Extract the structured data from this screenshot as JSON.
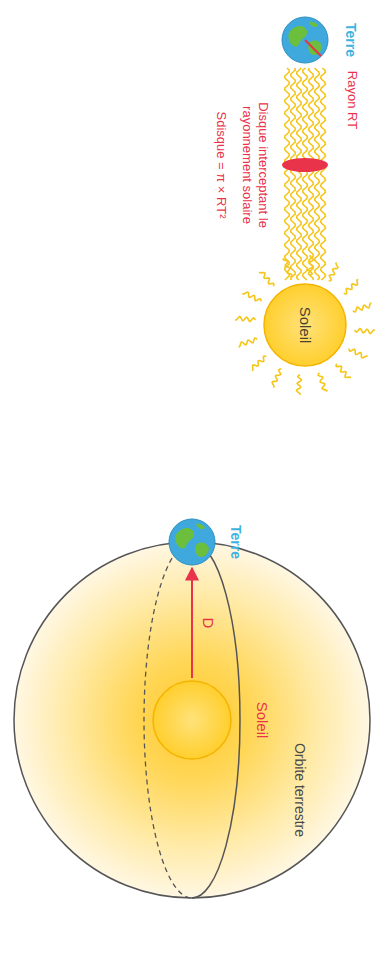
{
  "diagram": {
    "nodes": [
      {
        "text": [
          "Terre"
        ]
      },
      {
        "text": [
          "Disque interceptant le rayonnement solaire",
          "Sdisque = π × RT²"
        ]
      },
      {
        "text": [
          "Soleil"
        ]
      },
      {
        "text": [
          "Terre"
        ]
      },
      {
        "text": [
          "Soleil"
        ]
      }
    ],
    "edges": [
      {
        "from": 4,
        "to": 3,
        "label": "D",
        "arrow": "to"
      }
    ],
    "labels": [
      "Rayon RT",
      "Orbite terrestre"
    ]
  }
}
